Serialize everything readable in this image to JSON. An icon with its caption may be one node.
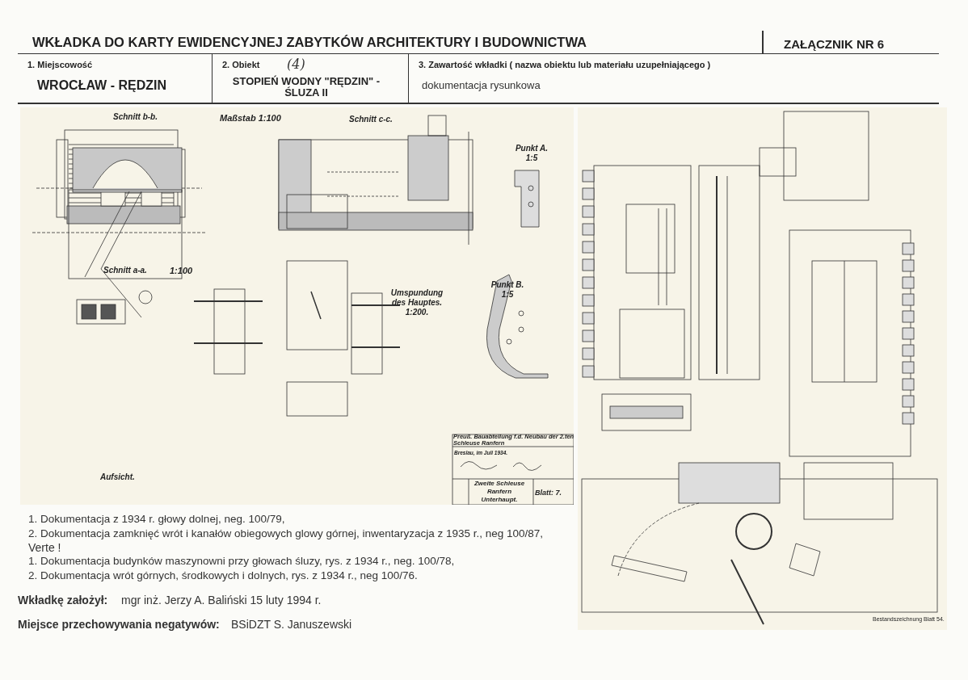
{
  "diagram": {
    "title": "WKŁADKA DO KARTY EWIDENCYJNEJ ZABYTKÓW ARCHITEKTURY I BUDOWNICTWA",
    "nodes": [
      {
        "text": [
          "1. Miejscowość",
          "WROCŁAW - RĘDZIN"
        ]
      },
      {
        "text": [
          "2. Obiekt",
          "(4)",
          "STOPIEŃ WODNY \"RĘDZIN\" - ŚLUZA II"
        ]
      },
      {
        "text": [
          "3. Zawartość wkładki ( nazwa obiektu lub materiału uzupełniającego )",
          "dokumentacja rysunkowa"
        ]
      }
    ],
    "labels": [
      "ZAŁĄCZNIK NR 6",
      "Schnitt b-b.",
      "Maßstab 1:100",
      "Schnitt c-c.",
      "Punkt A. 1:5",
      "Schnitt a-a.",
      "1:100",
      "Umspundung des Hauptes. 1:200.",
      "Punkt B. 1:5",
      "Aufsicht.",
      "Preuß. Bauabteilung f.d. Neubau der 2.ten Schleuse Ranfern",
      "Breslau, im Juli 1934.",
      "Zweite Schleuse Ranfern Unterhaupt.",
      "Blatt: 7.",
      "Bestandszeichnung Blatt 54.",
      "1. Dokumentacja  z 1934 r. głowy dolnej, neg. 100/79,",
      "2. Dokumentacja zamknięć wrót i kanałów obiegowych glowy górnej,  inwentaryzacja z 1935 r., neg 100/87,",
      "Verte !",
      "1. Dokumentacja budynków maszynowni przy głowach śluzy, rys. z 1934 r., neg. 100/78,",
      "2. Dokumentacja wrót górnych, środkowych i dolnych, rys. z 1934 r., neg  100/76.",
      "Wkładkę założył:",
      "mgr inż. Jerzy A. Baliński 15 luty 1994 r.",
      "Miejsce przechowywania negatywów:",
      "BSiDZT S. Januszewski"
    ]
  }
}
